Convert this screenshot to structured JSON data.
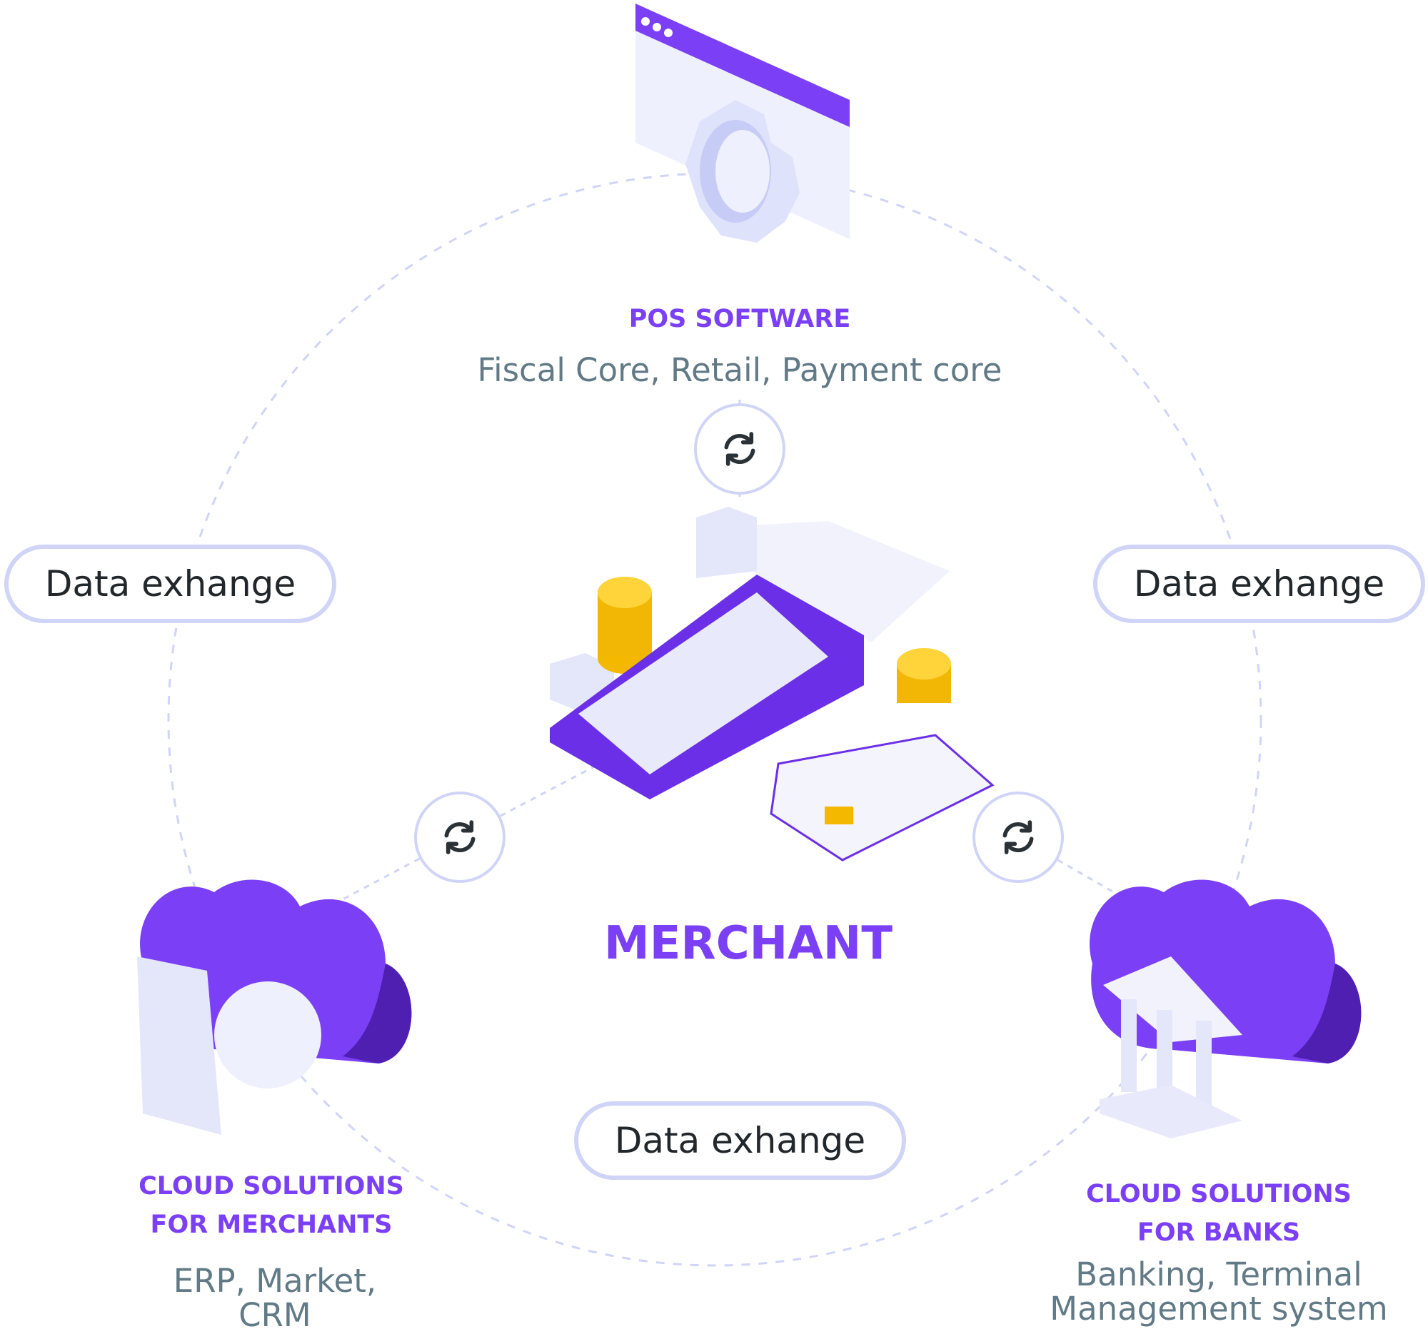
{
  "colors": {
    "accent": "#7b3ff6",
    "subtext": "#617a86",
    "border": "#d0d4f7",
    "text": "#22272b"
  },
  "top": {
    "title": "POS SOFTWARE",
    "subtitle": "Fiscal Core, Retail, Payment core",
    "icon": "browser-gear-icon"
  },
  "center": {
    "title": "MERCHANT",
    "icon": "pos-terminal-icon"
  },
  "left": {
    "title_lines": [
      "CLOUD SOLUTIONS",
      "FOR MERCHANTS"
    ],
    "subtitle_lines": [
      "ERP, Market,",
      "CRM"
    ],
    "icon": "cloud-calculator-icon"
  },
  "right": {
    "title_lines": [
      "CLOUD SOLUTIONS",
      "FOR BANKS"
    ],
    "subtitle_lines": [
      "Banking, Terminal",
      "Management system"
    ],
    "icon": "cloud-bank-icon"
  },
  "exchange": {
    "left": "Data exhange",
    "right": "Data exhange",
    "bottom": "Data exhange",
    "icon": "sync-icon"
  }
}
